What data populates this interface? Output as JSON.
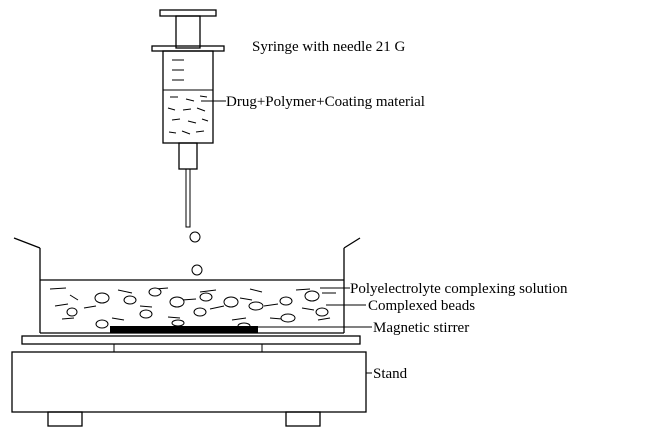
{
  "labels": {
    "syringe": "Syringe with needle 21 G",
    "mixture": "Drug+Polymer+Coating material",
    "solution": "Polyelectrolyte complexing solution",
    "beads": "Complexed beads",
    "stirrer": "Magnetic stirrer",
    "stand": "Stand"
  },
  "colors": {
    "line": "#000000",
    "background": "#ffffff"
  }
}
